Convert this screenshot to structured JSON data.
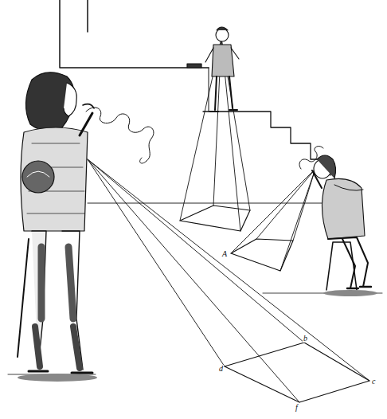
{
  "diagram": {
    "labels": [
      "d",
      "b",
      "c",
      "f",
      "A"
    ]
  }
}
